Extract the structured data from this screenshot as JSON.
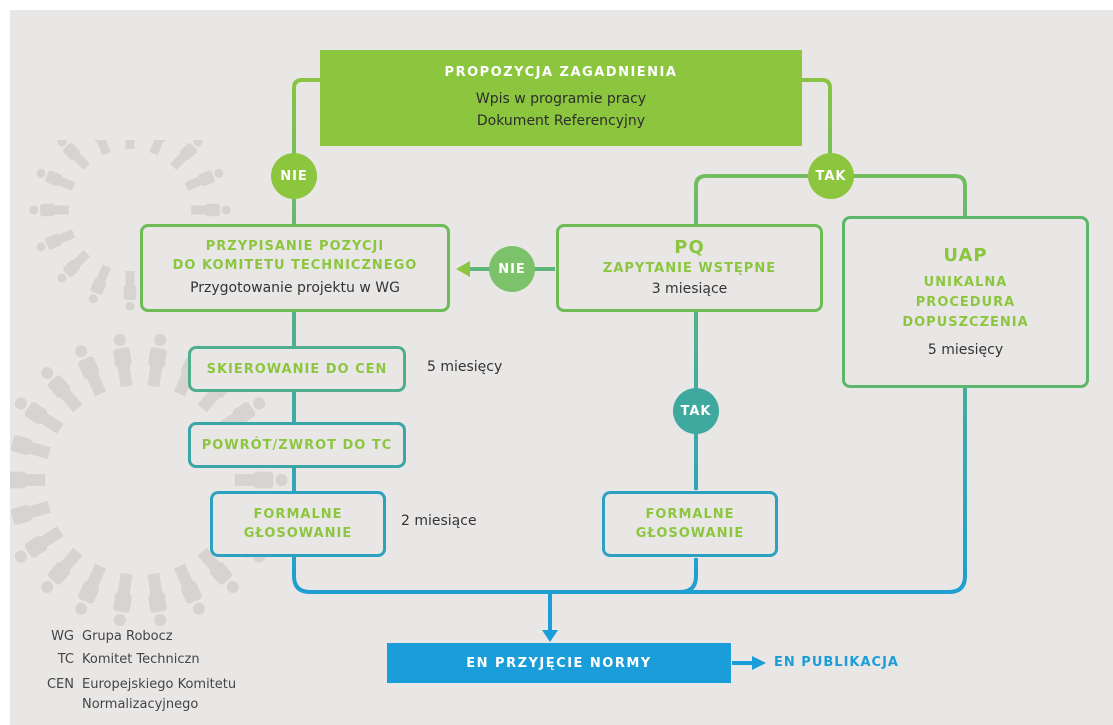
{
  "top": {
    "title": "PROPOZYCJA ZAGADNIENIA",
    "line1": "Wpis w programie pracy",
    "line2": "Dokument Referencyjny"
  },
  "decisions": {
    "nie_left": "NIE",
    "tak_right": "TAK",
    "nie_mid": "NIE",
    "tak_mid": "TAK"
  },
  "assign": {
    "title1": "PRZYPISANIE POZYCJI",
    "title2": "DO KOMITETU TECHNICZNEGO",
    "sub": "Przygotowanie projektu w WG"
  },
  "pq": {
    "title": "PQ",
    "subtitle": "ZAPYTANIE WSTĘPNE",
    "duration": "3 miesiące"
  },
  "uap": {
    "title": "UAP",
    "line1": "UNIKALNA",
    "line2": "PROCEDURA",
    "line3": "DOPUSZCZENIA",
    "duration": "5 miesięcy"
  },
  "cen": {
    "label": "SKIEROWANIE DO CEN",
    "duration": "5 miesięcy"
  },
  "powrot": {
    "label": "POWRÓT/ZWROT DO TC"
  },
  "vote_left": {
    "line1": "FORMALNE",
    "line2": "GŁOSOWANIE",
    "duration": "2 miesiące"
  },
  "vote_mid": {
    "line1": "FORMALNE",
    "line2": "GŁOSOWANIE"
  },
  "accept": {
    "label": "EN PRZYJĘCIE NORMY"
  },
  "publish": {
    "label": "EN PUBLIKACJA"
  },
  "legend": [
    {
      "abbr": "WG",
      "text": "Grupa Robocz"
    },
    {
      "abbr": "TC",
      "text": "Komitet Techniczn"
    },
    {
      "abbr": "CEN",
      "text": "Europejskiego Komitetu Normalizacyjnego"
    }
  ],
  "colors": {
    "green": "#8cc63f",
    "teal": "#3fa99f",
    "blue": "#1a9dd8",
    "background": "#e9e7e6"
  }
}
